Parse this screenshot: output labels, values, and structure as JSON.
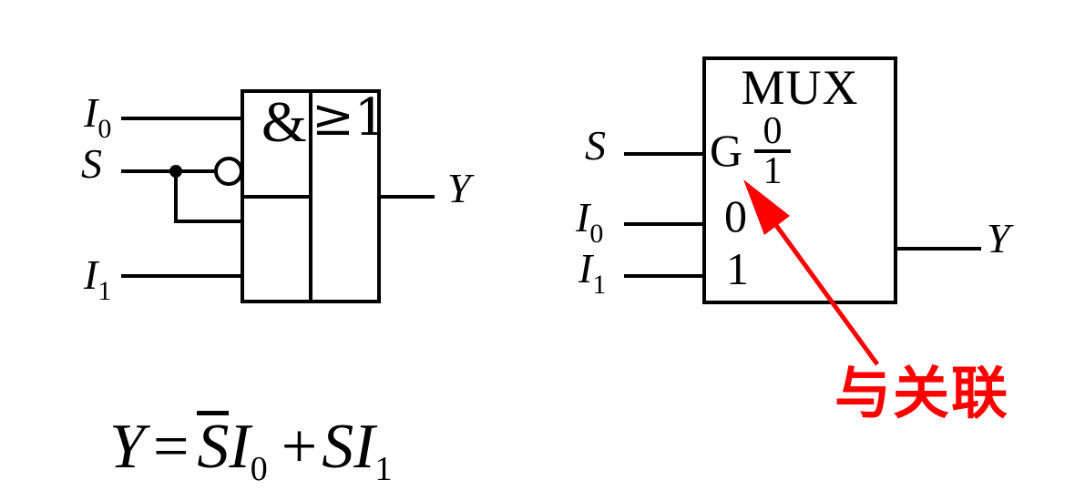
{
  "colors": {
    "ink": "#000000",
    "background": "#ffffff",
    "annotation_red": "#fe0000"
  },
  "gate_diagram": {
    "input_i0_base": "I",
    "input_i0_sub": "0",
    "input_s": "S",
    "input_i1_base": "I",
    "input_i1_sub": "1",
    "and_symbol": "&",
    "or_symbol": "≥1",
    "output": "Y"
  },
  "mux_diagram": {
    "title": "MUX",
    "select": "S",
    "g_label": "G",
    "g_frac_top": "0",
    "g_frac_bottom": "1",
    "input_i0_base": "I",
    "input_i0_sub": "0",
    "input_i1_base": "I",
    "input_i1_sub": "1",
    "pin0": "0",
    "pin1": "1",
    "output": "Y"
  },
  "annotation": {
    "text": "与关联"
  },
  "formula": {
    "lhs": "Y",
    "equals": "=",
    "not_s": "S",
    "i0_base": "I",
    "i0_sub": "0",
    "plus": "+",
    "s": "S",
    "i1_base": "I",
    "i1_sub": "1"
  }
}
